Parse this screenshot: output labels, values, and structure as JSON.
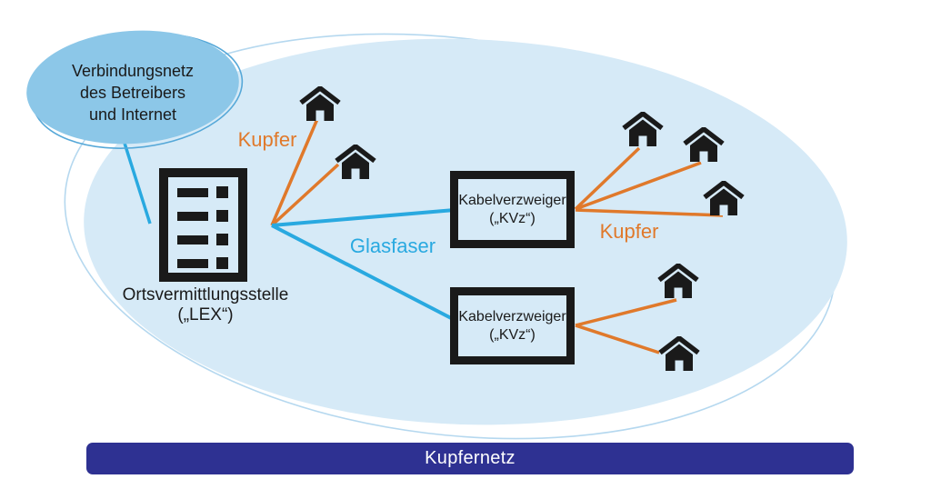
{
  "cloud": {
    "line1": "Verbindungsnetz",
    "line2": "des Betreibers",
    "line3": "und Internet"
  },
  "central_office": {
    "name": "Ortsvermittlungsstelle",
    "abbr": "(„LEX“)"
  },
  "kvz1": {
    "name": "Kabelverzweiger",
    "abbr": "(„KVz“)"
  },
  "kvz2": {
    "name": "Kabelverzweiger",
    "abbr": "(„KVz“)"
  },
  "edge_labels": {
    "kupfer_top": "Kupfer",
    "glasfaser": "Glasfaser",
    "kupfer_right": "Kupfer"
  },
  "footer": {
    "label": "Kupfernetz"
  },
  "house_groups": {
    "from_lex_copper": 2,
    "from_kvz1_copper": 3,
    "from_kvz2_copper": 2
  },
  "colors": {
    "copper_line": "#e0792b",
    "fiber_line": "#29a9e0",
    "cloud_fill": "#8cc7e8",
    "network_area_fill": "#d6eaf7",
    "footer_bar": "#2e3192",
    "icon_ink": "#1a1a1a"
  },
  "icons": {
    "house": "house-icon",
    "central_office": "exchange-building-icon",
    "provider_cloud": "cloud-ellipse"
  }
}
